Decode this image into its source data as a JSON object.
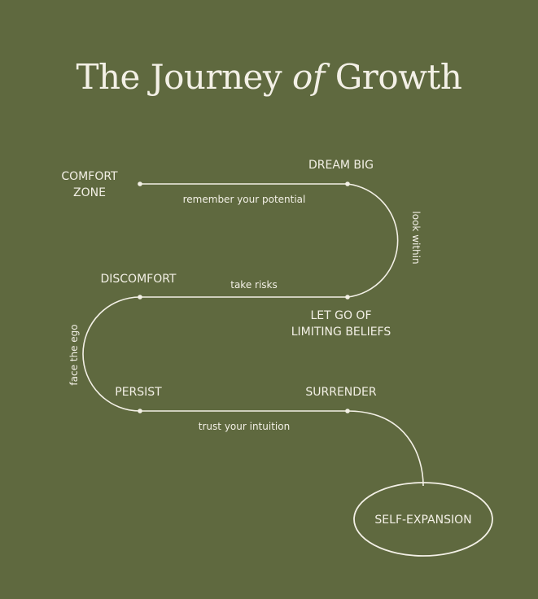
{
  "title": {
    "part1": "The Journey ",
    "part2": "of",
    "part3": " Growth"
  },
  "stages": {
    "comfort_zone_line1": "COMFORT",
    "comfort_zone_line2": "ZONE",
    "dream_big": "DREAM BIG",
    "discomfort": "DISCOMFORT",
    "let_go_line1": "LET GO OF",
    "let_go_line2": "LIMITING BELIEFS",
    "persist": "PERSIST",
    "surrender": "SURRENDER",
    "self_expansion": "SELF-EXPANSION"
  },
  "path_notes": {
    "remember": "remember your potential",
    "look_within": "look within",
    "take_risks": "take risks",
    "face_the_ego": "face the ego",
    "trust": "trust your intuition"
  },
  "colors": {
    "background": "#5f693f",
    "foreground": "#f3f0e6"
  }
}
